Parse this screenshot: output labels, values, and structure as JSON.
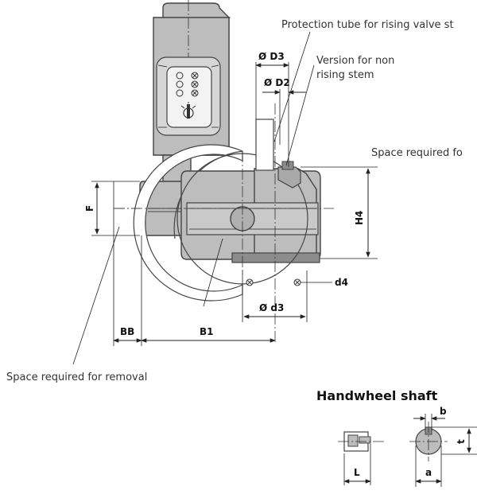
{
  "callouts": {
    "protection_tube": "Protection tube for rising valve st",
    "version_non_rising_1": "Version for non",
    "version_non_rising_2": "rising stem",
    "space_required_right": "Space required fo",
    "space_required_removal": "Space required for removal"
  },
  "dimensions": {
    "D3": "Ø D3",
    "D2": "Ø D2",
    "H4": "H4",
    "F": "F",
    "d4": "d4",
    "d3": "Ø d3",
    "BB": "BB",
    "B1": "B1",
    "b": "b",
    "t": "t",
    "L": "L",
    "a": "a"
  },
  "handwheel_shaft": {
    "title": "Handwheel shaft"
  },
  "colors": {
    "housing": "#bdbdbd",
    "housing_dark": "#8c8c8c",
    "line": "#222222"
  }
}
